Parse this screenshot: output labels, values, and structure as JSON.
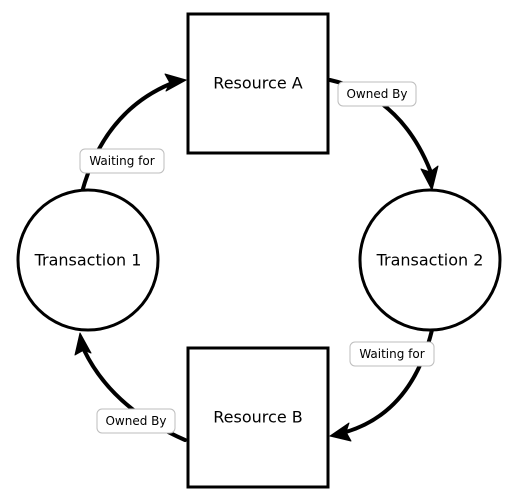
{
  "diagram": {
    "nodes": {
      "resource_a": "Resource A",
      "transaction_2": "Transaction 2",
      "resource_b": "Resource B",
      "transaction_1": "Transaction 1"
    },
    "edges": {
      "t1_to_ra": "Waiting for",
      "ra_to_t2": "Owned By",
      "t2_to_rb": "Waiting for",
      "rb_to_t1": "Owned By"
    }
  }
}
